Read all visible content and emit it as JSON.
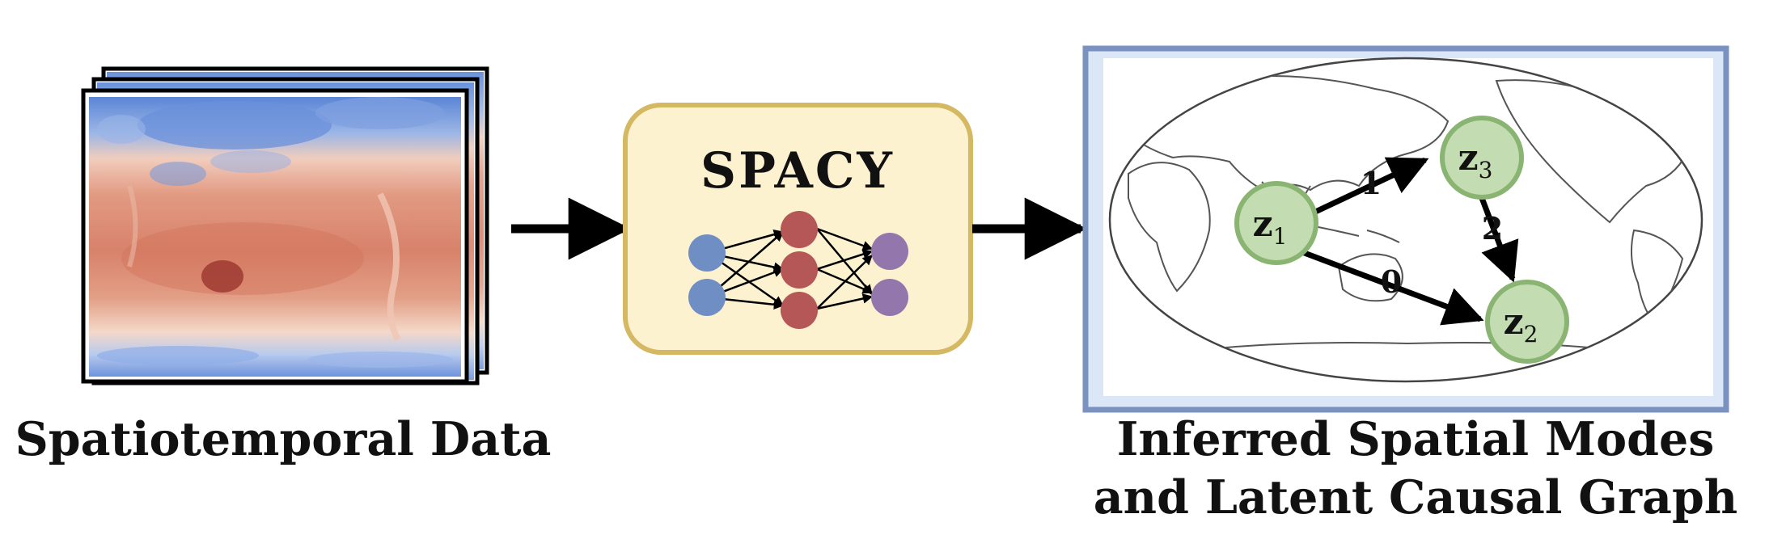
{
  "left_caption": "Spatiotemporal Data",
  "center_title": "SPACY",
  "right_caption_line1": "Inferred Spatial Modes",
  "right_caption_line2": "and Latent Causal Graph",
  "nodes": [
    {
      "id": "z1",
      "symbol": "z",
      "subscript": "1"
    },
    {
      "id": "z3",
      "symbol": "z",
      "subscript": "3"
    },
    {
      "id": "z2",
      "symbol": "z",
      "subscript": "2"
    }
  ],
  "edges": [
    {
      "from": "z1",
      "to": "z3",
      "label": "1"
    },
    {
      "from": "z3",
      "to": "z2",
      "label": "2"
    },
    {
      "from": "z1",
      "to": "z2",
      "label": "0"
    }
  ],
  "colors": {
    "arrow": "#000000",
    "spacy_box_fill": "#fdf2d0",
    "spacy_box_border": "#d4b862",
    "input_node": "#6f8fc4",
    "hidden_node": "#b55757",
    "output_node": "#9376ab",
    "graph_node_fill": "#c4dcb2",
    "graph_node_border": "#8ab472",
    "map_frame_border": "#7a92bf",
    "map_frame_fill": "#dbe6f7",
    "heat_warm": "#d9826c",
    "heat_cold": "#5a86d6"
  }
}
